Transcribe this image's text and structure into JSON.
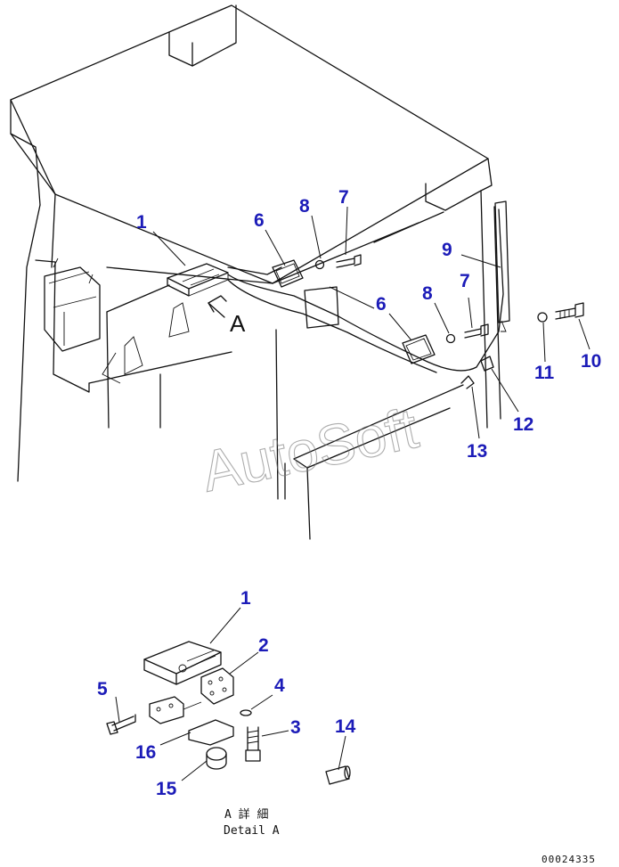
{
  "callouts": [
    {
      "id": "c1-top",
      "text": "1"
    },
    {
      "id": "c6-a",
      "text": "6"
    },
    {
      "id": "c8-a",
      "text": "8"
    },
    {
      "id": "c7-a",
      "text": "7"
    },
    {
      "id": "c9",
      "text": "9"
    },
    {
      "id": "c6-b",
      "text": "6"
    },
    {
      "id": "c8-b",
      "text": "8"
    },
    {
      "id": "c7-b",
      "text": "7"
    },
    {
      "id": "c11",
      "text": "11"
    },
    {
      "id": "c10",
      "text": "10"
    },
    {
      "id": "c12",
      "text": "12"
    },
    {
      "id": "c13",
      "text": "13"
    },
    {
      "id": "c1-detail",
      "text": "1"
    },
    {
      "id": "c2",
      "text": "2"
    },
    {
      "id": "c4",
      "text": "4"
    },
    {
      "id": "c5",
      "text": "5"
    },
    {
      "id": "c3",
      "text": "3"
    },
    {
      "id": "c14",
      "text": "14"
    },
    {
      "id": "c16",
      "text": "16"
    },
    {
      "id": "c15",
      "text": "15"
    }
  ],
  "view_marker": "A",
  "watermark": "AutoSoft",
  "detail_caption": {
    "line1": "A 詳 細",
    "line2": "Detail A"
  },
  "doc_id": "00024335",
  "colors": {
    "callout": "#1c1cb8",
    "lines": "#111111",
    "watermark": "#777777"
  }
}
